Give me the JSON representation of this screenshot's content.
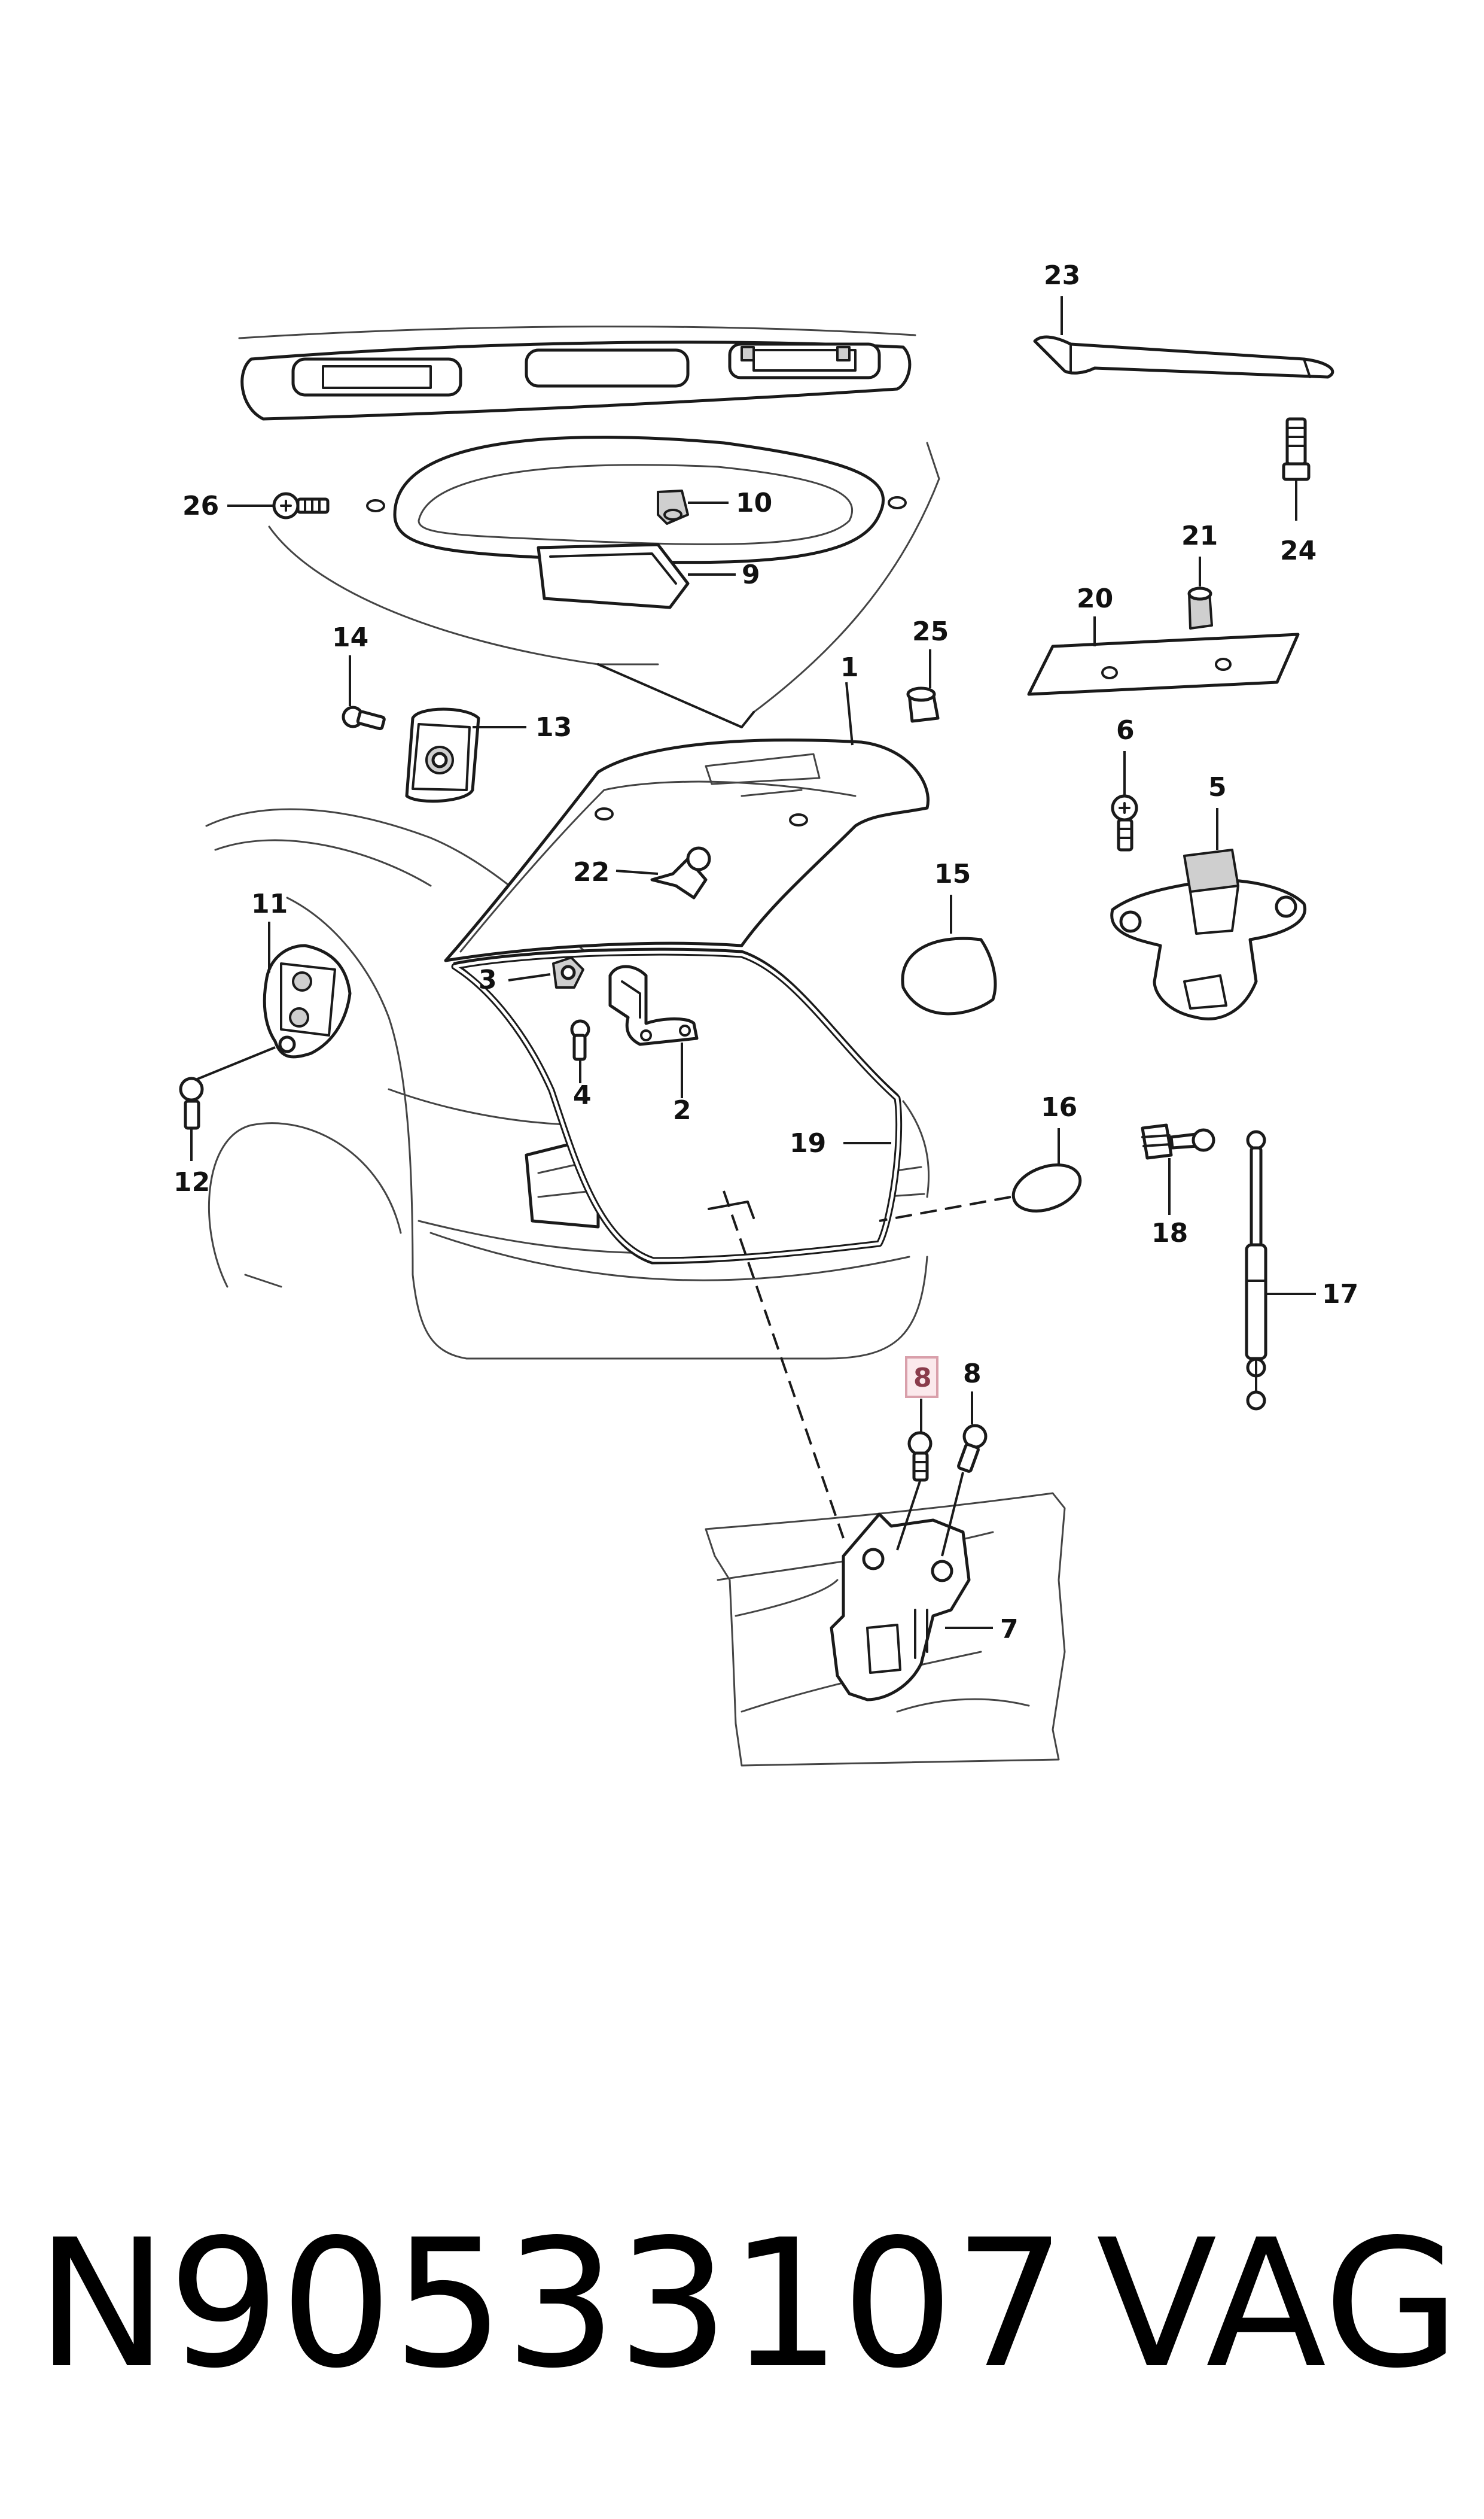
{
  "labels": {
    "l1": "1",
    "l2": "2",
    "l3": "3",
    "l4": "4",
    "l5": "5",
    "l6": "6",
    "l7": "7",
    "l8a": "8",
    "l8b": "8",
    "l9": "9",
    "l10": "10",
    "l11": "11",
    "l12": "12",
    "l13": "13",
    "l14": "14",
    "l15": "15",
    "l16": "16",
    "l17": "17",
    "l18": "18",
    "l19": "19",
    "l20": "20",
    "l21": "21",
    "l22": "22",
    "l23": "23",
    "l24": "24",
    "l25": "25",
    "l26": "26"
  },
  "highlighted_label": "l8a",
  "colors": {
    "highlight_fill": "#fbe9ec",
    "highlight_stroke": "#d9a0ab",
    "ink": "#1a1a1a"
  },
  "footer": {
    "part_number": "N90533107",
    "brand": "VAG"
  }
}
